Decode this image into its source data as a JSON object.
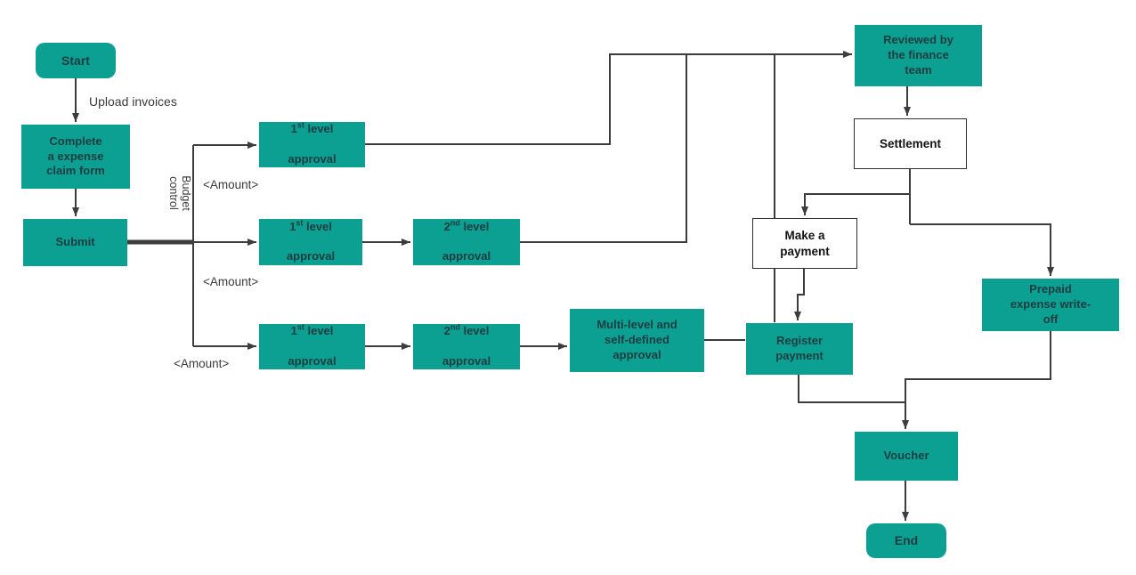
{
  "diagram": {
    "type": "flowchart",
    "colors": {
      "node_fill": "#0ca092",
      "node_text": "#1e3d40",
      "white_node_bg": "#ffffff",
      "white_node_border": "#2f2f2f",
      "edge": "#3c3c3c",
      "background": "#ffffff"
    },
    "nodes": {
      "start": {
        "label": "Start"
      },
      "complete_form": {
        "label": "Complete\na expense\nclaim form"
      },
      "submit": {
        "label": "Submit"
      },
      "approval1_top": {
        "num": "1",
        "sup": "st",
        "rest": " level",
        "line2": "approval"
      },
      "approval1_mid": {
        "num": "1",
        "sup": "st",
        "rest": " level",
        "line2": "approval"
      },
      "approval2_mid": {
        "num": "2",
        "sup": "nd",
        "rest": " level",
        "line2": "approval"
      },
      "approval1_bot": {
        "num": "1",
        "sup": "st",
        "rest": " level",
        "line2": "approval"
      },
      "approval2_bot": {
        "num": "2",
        "sup": "nd",
        "rest": " level",
        "line2": "approval"
      },
      "multi_level": {
        "label": "Multi-level and\nself-defined\napproval"
      },
      "reviewed": {
        "label": "Reviewed by\nthe finance\nteam"
      },
      "settlement": {
        "label": "Settlement"
      },
      "make_payment": {
        "label": "Make a\npayment"
      },
      "register_payment": {
        "label": "Register\npayment"
      },
      "prepaid_writeoff": {
        "label": "Prepaid\nexpense write-\noff"
      },
      "voucher": {
        "label": "Voucher"
      },
      "end": {
        "label": "End"
      }
    },
    "edge_labels": {
      "upload_invoices": "Upload invoices",
      "budget_control": "Budget\ncontrol",
      "amount_top": "<Amount>",
      "amount_mid": "<Amount>",
      "amount_bottom": "<Amount>"
    }
  }
}
